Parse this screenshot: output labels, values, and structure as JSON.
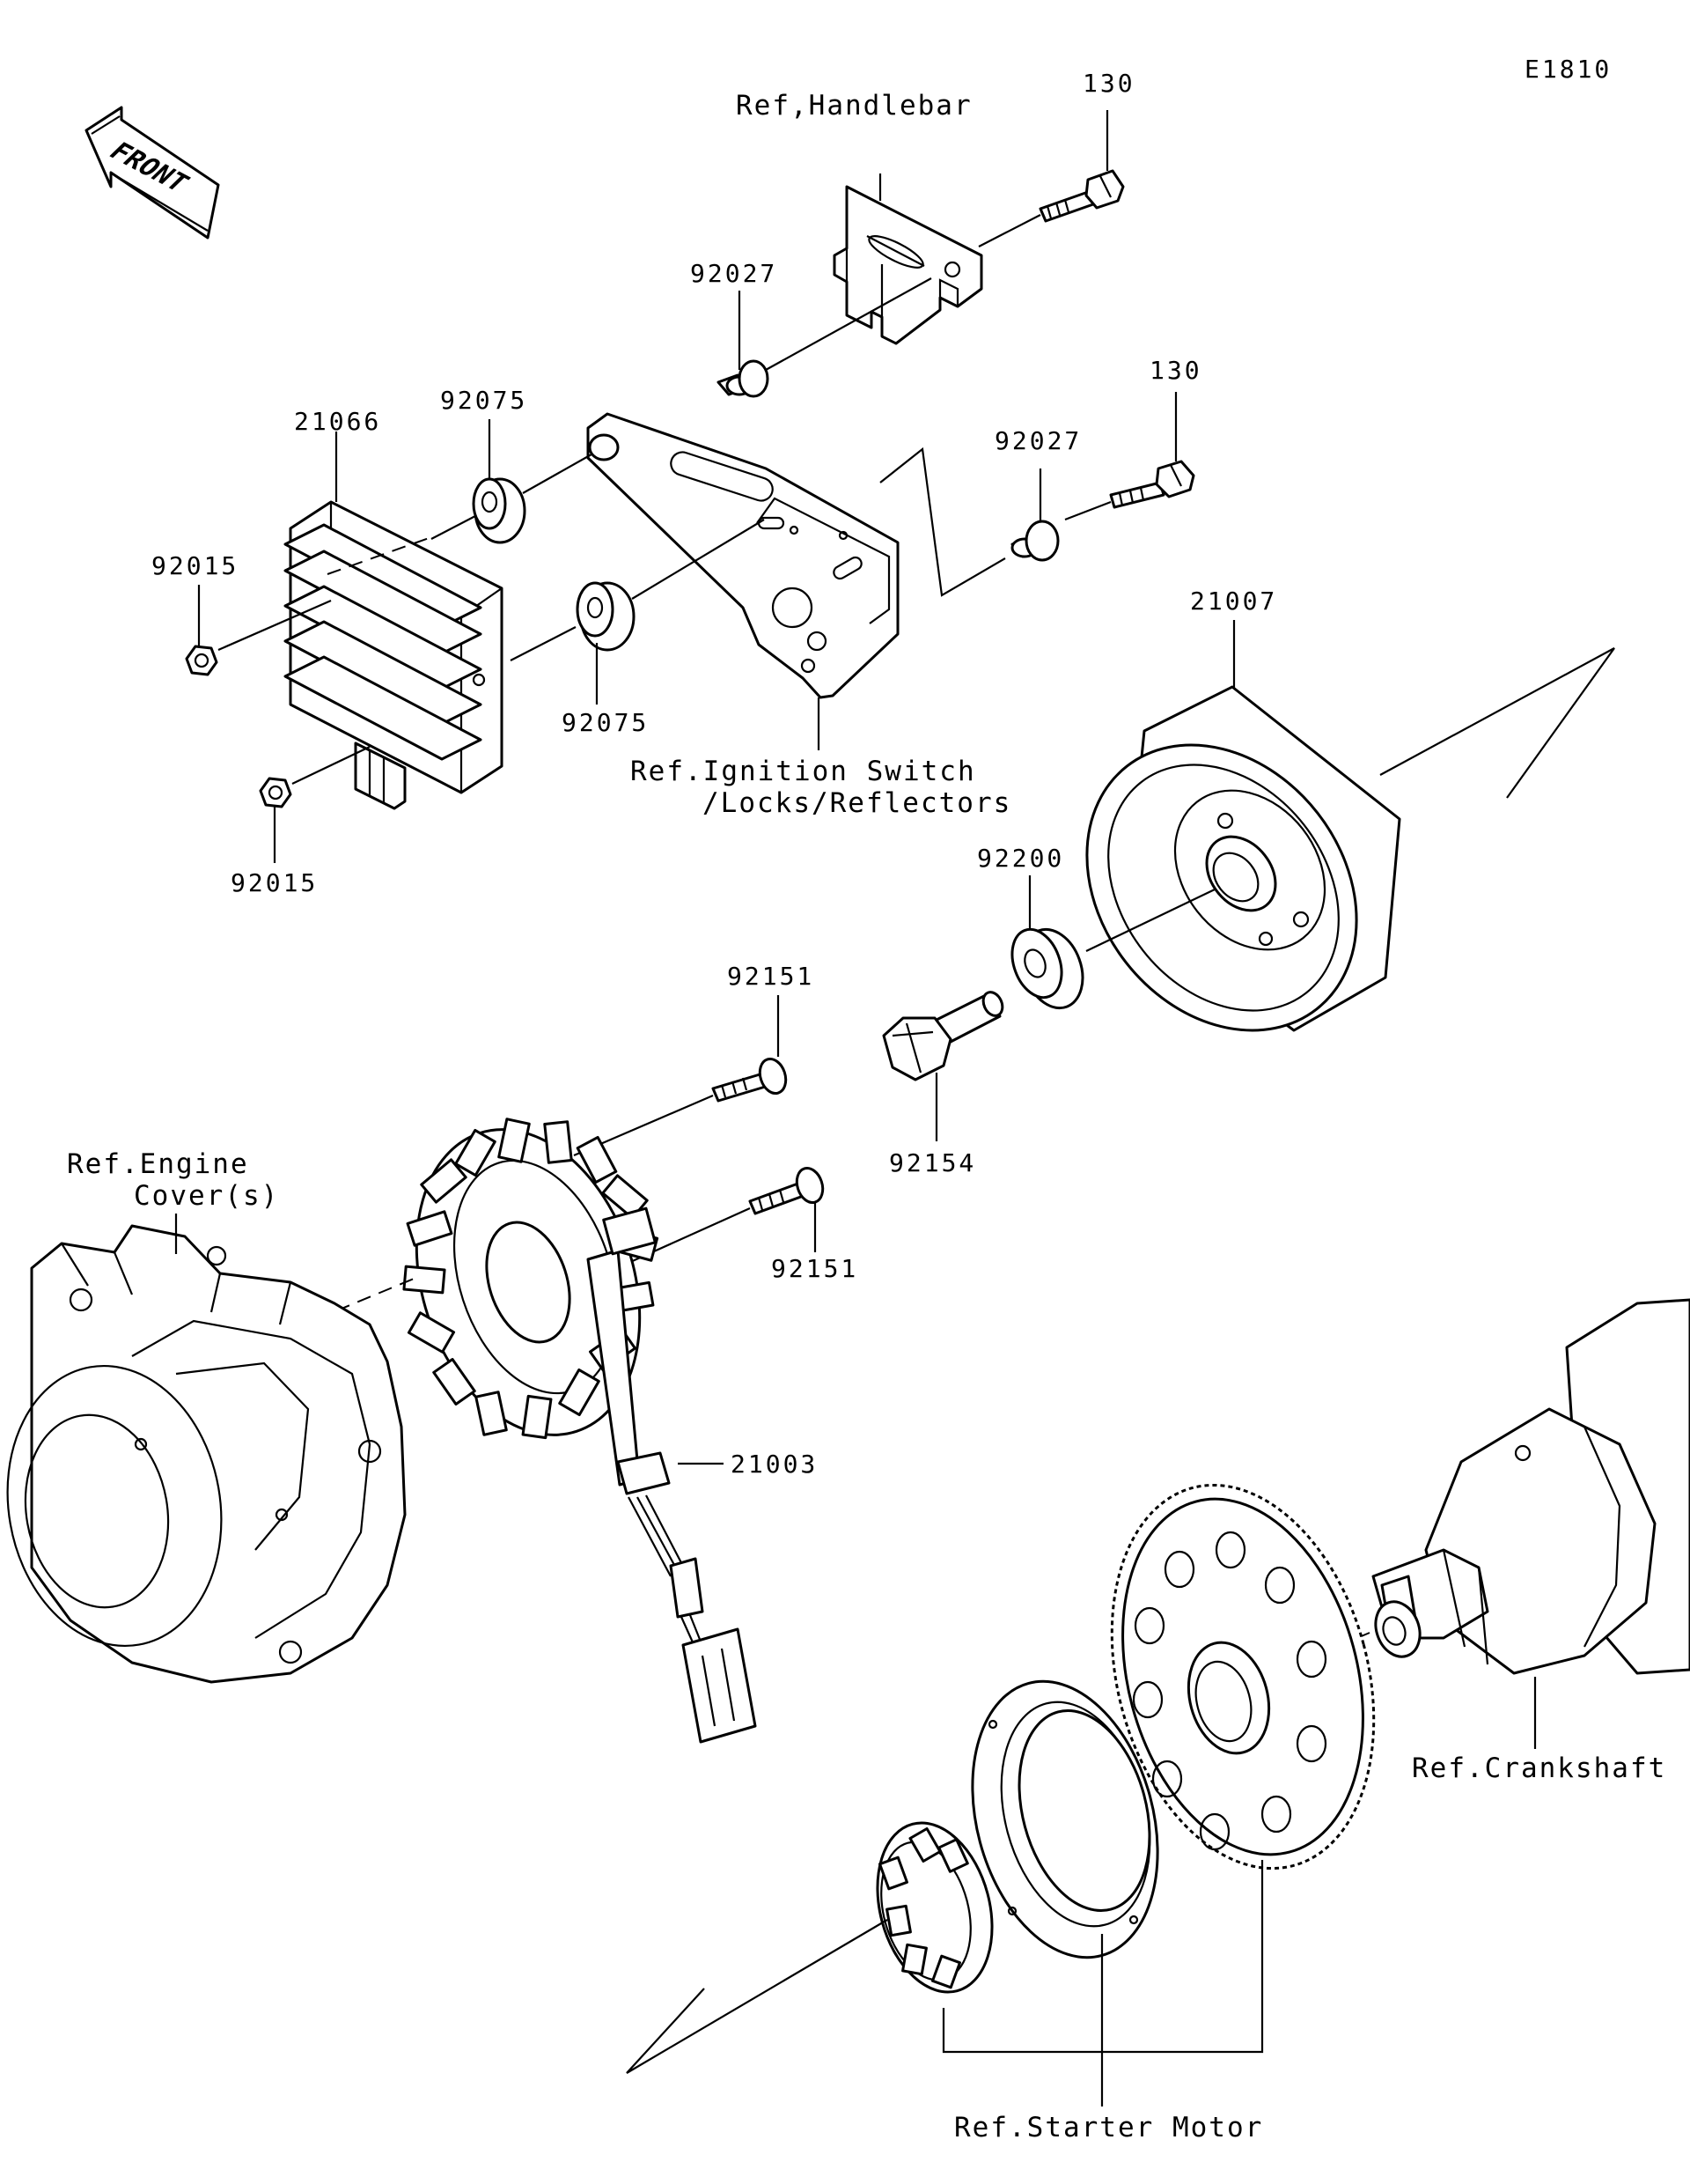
{
  "diagram_code": "E1810",
  "front_label": "FRONT",
  "parts": {
    "p130_top": "130",
    "p130_mid": "130",
    "p92027_top": "92027",
    "p92027_mid": "92027",
    "p92075_top": "92075",
    "p92075_bottom": "92075",
    "p21066": "21066",
    "p92015_top": "92015",
    "p92015_bottom": "92015",
    "p21007": "21007",
    "p92200": "92200",
    "p92154": "92154",
    "p92151_top": "92151",
    "p92151_bottom": "92151",
    "p21003": "21003"
  },
  "refs": {
    "handlebar": "Ref,Handlebar",
    "ignition_line1": "Ref.Ignition Switch",
    "ignition_line2": "/Locks/Reflectors",
    "engine_cover_line1": "Ref.Engine",
    "engine_cover_line2": "Cover(s)",
    "crankshaft": "Ref.Crankshaft",
    "starter_motor": "Ref.Starter Motor"
  }
}
